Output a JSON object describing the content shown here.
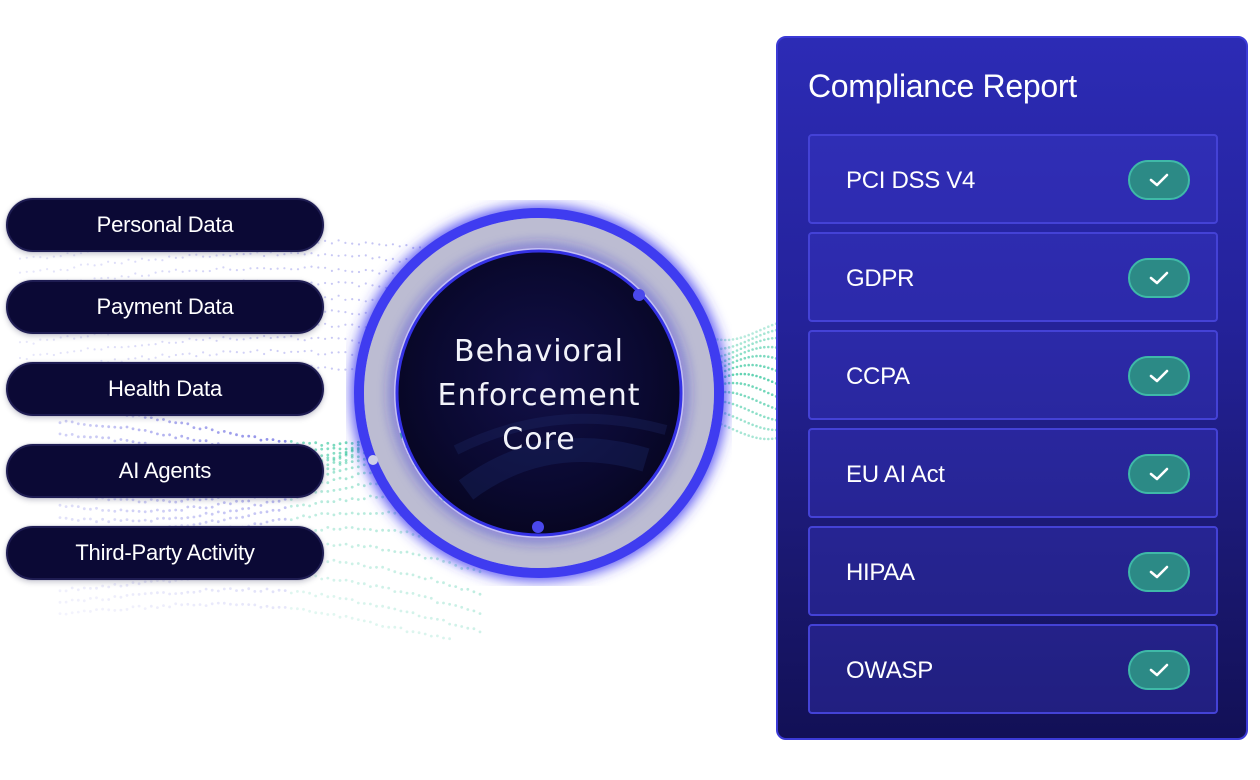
{
  "inputs": [
    {
      "label": "Personal Data"
    },
    {
      "label": "Payment Data"
    },
    {
      "label": "Health Data"
    },
    {
      "label": "AI Agents"
    },
    {
      "label": "Third-Party Activity"
    }
  ],
  "core": {
    "lines": [
      "Behavioral",
      "Enforcement",
      "Core"
    ]
  },
  "report": {
    "title": "Compliance Report",
    "items": [
      {
        "label": "PCI DSS V4",
        "status": "check-icon"
      },
      {
        "label": "GDPR",
        "status": "check-icon"
      },
      {
        "label": "CCPA",
        "status": "check-icon"
      },
      {
        "label": "EU AI Act",
        "status": "check-icon"
      },
      {
        "label": "HIPAA",
        "status": "check-icon"
      },
      {
        "label": "OWASP",
        "status": "check-icon"
      }
    ]
  },
  "colors": {
    "pill_bg": "#0b0935",
    "core_ring": "#3030e0",
    "panel_bg": "#24229a",
    "check_bg": "#2c8a86",
    "dot_blue": "#3a3ad8",
    "dot_green": "#2fc49a"
  }
}
